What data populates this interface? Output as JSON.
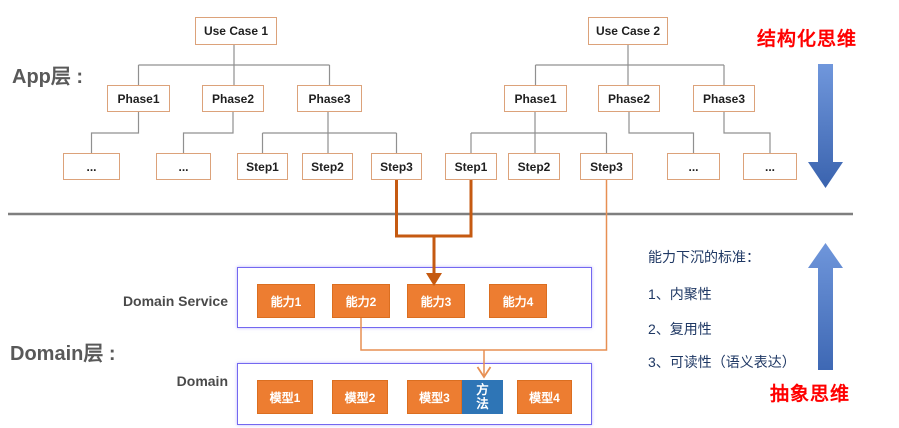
{
  "app_layer": {
    "label": "App层 :",
    "tree1": {
      "root": "Use Case 1",
      "phases": [
        "Phase1",
        "Phase2",
        "Phase3"
      ],
      "leaves": [
        "...",
        "...",
        "Step1",
        "Step2",
        "Step3"
      ]
    },
    "tree2": {
      "root": "Use Case 2",
      "phases": [
        "Phase1",
        "Phase2",
        "Phase3"
      ],
      "leaves": [
        "Step1",
        "Step2",
        "Step3",
        "...",
        "..."
      ]
    }
  },
  "domain_layer": {
    "label": "Domain层 :",
    "domain_service": {
      "label": "Domain Service",
      "capabilities": [
        "能力1",
        "能力2",
        "能力3",
        "能力4"
      ]
    },
    "domain": {
      "label": "Domain",
      "models": [
        "模型1",
        "模型2",
        "模型3",
        "模型4"
      ],
      "method": "方法"
    }
  },
  "annotations": {
    "structured_thinking": "结构化思维",
    "abstract_thinking": "抽象思维",
    "criteria_title": "能力下沉的标准：",
    "criteria": [
      "1、内聚性",
      "2、复用性",
      "3、可读性（语义表达）"
    ]
  },
  "colors": {
    "orange_fill": "#ED7D31",
    "method_blue": "#2E75B6",
    "container_purple": "#7468F0",
    "tree_box_border": "#DCA27A",
    "connector_gray": "#909090",
    "connector_thick_orange": "#C55A11",
    "connector_thin_orange": "#E78F52",
    "divider_gray": "#7F7F7F",
    "arrow_blue": "#4472C4",
    "annotation_red": "#FF0000",
    "criteria_navy": "#1F3864",
    "label_gray": "#595959"
  }
}
